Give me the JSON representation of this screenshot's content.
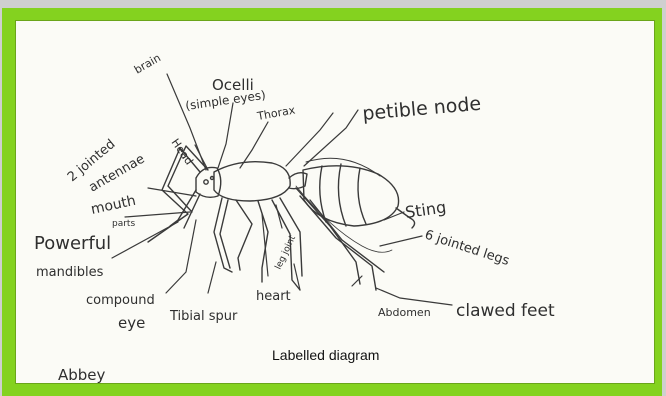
{
  "diagram": {
    "caption": "Labelled diagram",
    "author": "Abbey",
    "labels": {
      "brain": "brain",
      "ocelli": "Ocelli",
      "simple_eyes": "(simple eyes)",
      "thorax": "Thorax",
      "petiole_node": "petible node",
      "two_jointed": "2 jointed",
      "antennae": "antennae",
      "head": "Head",
      "mouth": "mouth",
      "parts": "parts",
      "powerful": "Powerful",
      "mandibles": "mandibles",
      "compound": "compound",
      "eye": "eye",
      "tibial_spur": "Tibial spur",
      "heart": "heart",
      "leg_joint": "leg joint",
      "sting": "Sting",
      "six_jointed_legs": "6 jointed legs",
      "abdomen": "Abdomen",
      "clawed_feet": "clawed feet"
    }
  }
}
